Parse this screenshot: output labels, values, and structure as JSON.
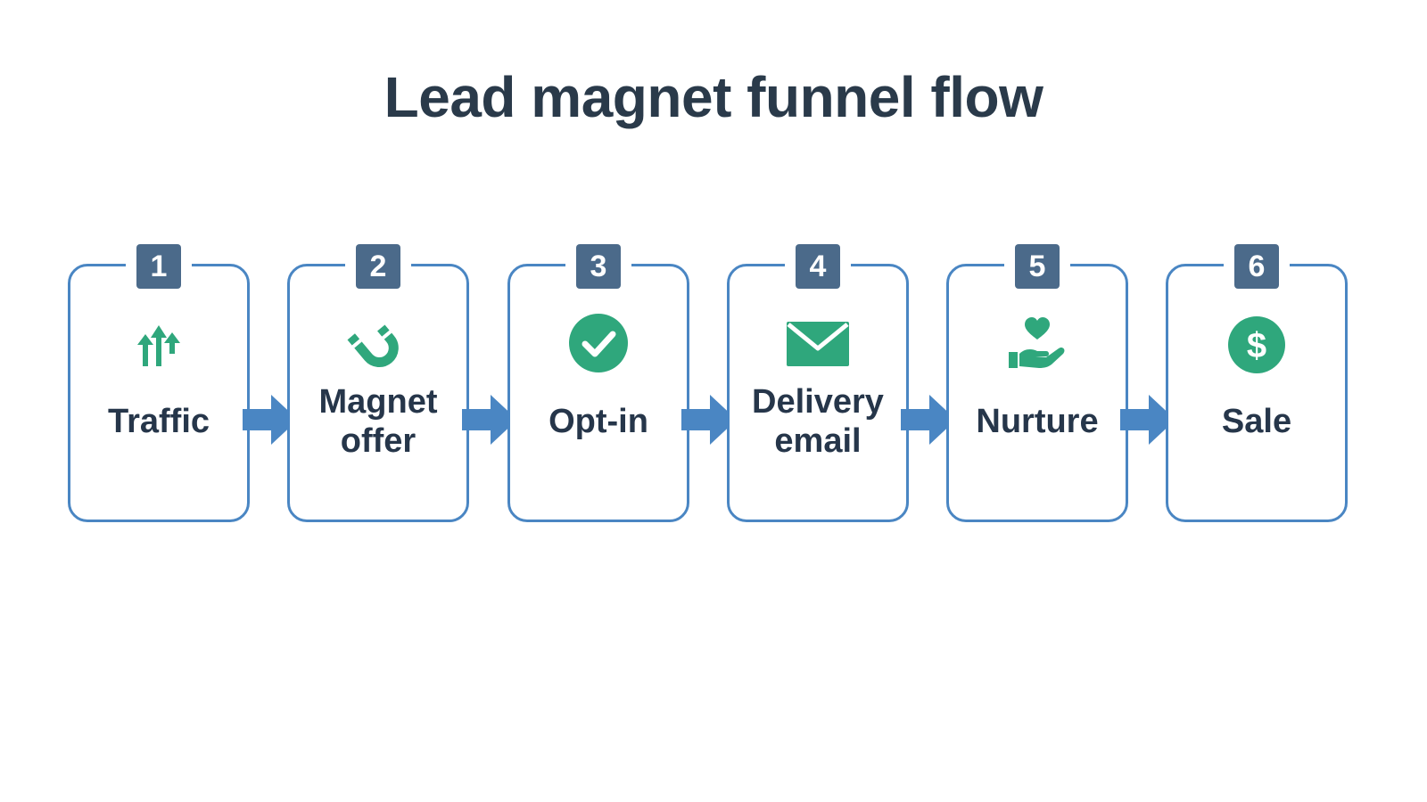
{
  "title": "Lead magnet funnel flow",
  "colors": {
    "accent_green": "#2fa77c",
    "box_border": "#4a86c3",
    "badge_bg": "#4b6a8a",
    "arrow": "#4a86c3",
    "text": "#26364a"
  },
  "steps": [
    {
      "number": "1",
      "label": "Traffic",
      "icon": "traffic-arrows-icon"
    },
    {
      "number": "2",
      "label": "Magnet offer",
      "icon": "magnet-icon"
    },
    {
      "number": "3",
      "label": "Opt-in",
      "icon": "check-circle-icon"
    },
    {
      "number": "4",
      "label": "Delivery email",
      "icon": "envelope-icon"
    },
    {
      "number": "5",
      "label": "Nurture",
      "icon": "hand-heart-icon"
    },
    {
      "number": "6",
      "label": "Sale",
      "icon": "dollar-circle-icon"
    }
  ]
}
